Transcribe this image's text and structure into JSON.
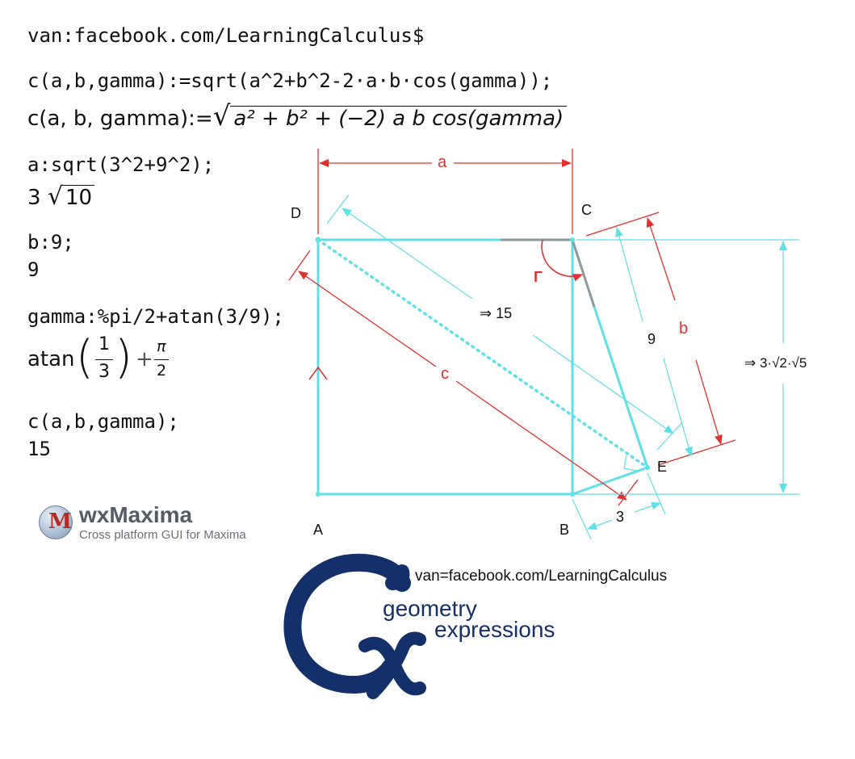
{
  "wxmaxima_session": {
    "header": "van:facebook.com/LearningCalculus$",
    "def_input": "c(a,b,gamma):=sqrt(a^2+b^2-2·a·b·cos(gamma));",
    "def_output_lhs": "c(a, b, gamma):=",
    "def_output_rhs": "a² + b² + (−2) a b cos(gamma)",
    "a_input": "a:sqrt(3^2+9^2);",
    "a_output_coef": "3",
    "a_output_radicand": "10",
    "b_input": "b:9;",
    "b_output": "9",
    "gamma_input": "gamma:%pi/2+atan(3/9);",
    "gamma_output_func": "atan",
    "gamma_output_num": "1",
    "gamma_output_den": "3",
    "gamma_output_pi_num": "π",
    "gamma_output_pi_den": "2",
    "c_input": "c(a,b,gamma);",
    "c_output": "15"
  },
  "wxmaxima_logo": {
    "name": "wxMaxima",
    "tagline": "Cross platform GUI for Maxima",
    "badge_letter": "M"
  },
  "diagram": {
    "points": {
      "A": "A",
      "B": "B",
      "C": "C",
      "D": "D",
      "E": "E"
    },
    "labels": {
      "side_a": "a",
      "side_b": "b",
      "side_c": "c",
      "angle_gamma": "Γ",
      "dist_15": "⇒ 15",
      "dist_9": "9",
      "dist_3": "3",
      "height_expr": "⇒ 3·√2·√5"
    },
    "colors": {
      "shape": "#5ee0e6",
      "dimension_red": "#e0302f",
      "dimension_cyan": "#5ee0e6",
      "edge_gray": "#8a9a9c"
    }
  },
  "geometry_expressions": {
    "url": "van=facebook.com/LearningCalculus",
    "line1": "geometry",
    "line2": "expressions",
    "brand_color": "#14306a"
  }
}
